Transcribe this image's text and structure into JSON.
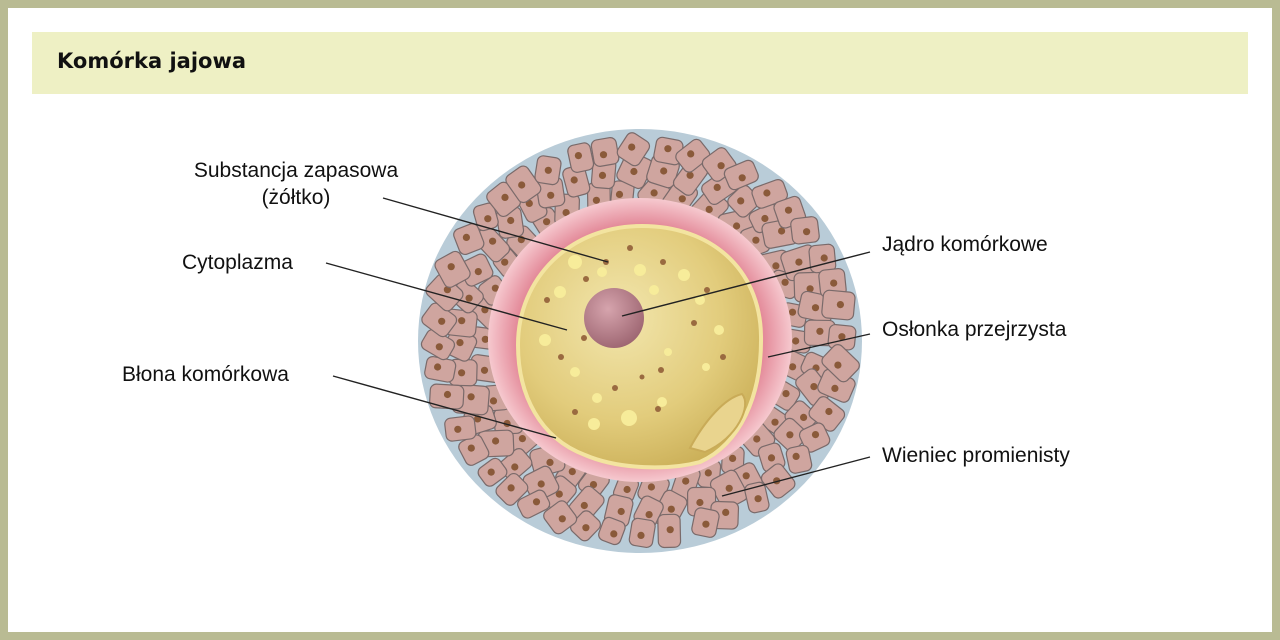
{
  "header": {
    "title": "Komórka jajowa"
  },
  "labels": {
    "yolk_line1": "Substancja zapasowa",
    "yolk_line2": "(żółtko)",
    "cytoplasm": "Cytoplazma",
    "membrane": "Błona komórkowa",
    "nucleus": "Jądro komórkowe",
    "zona": "Osłonka przejrzysta",
    "corona": "Wieniec promienisty"
  },
  "colors": {
    "frame": "#b9bb93",
    "header_bg": "#eef0c4",
    "corona_halo": "#b9ccd8",
    "corona_cell": "#cfa59f",
    "cell_nucleus": "#8a5a3a",
    "zona": "#e9a2ad",
    "cytoplasm": "#e2cc7c",
    "nucleus": "#b67e88"
  }
}
